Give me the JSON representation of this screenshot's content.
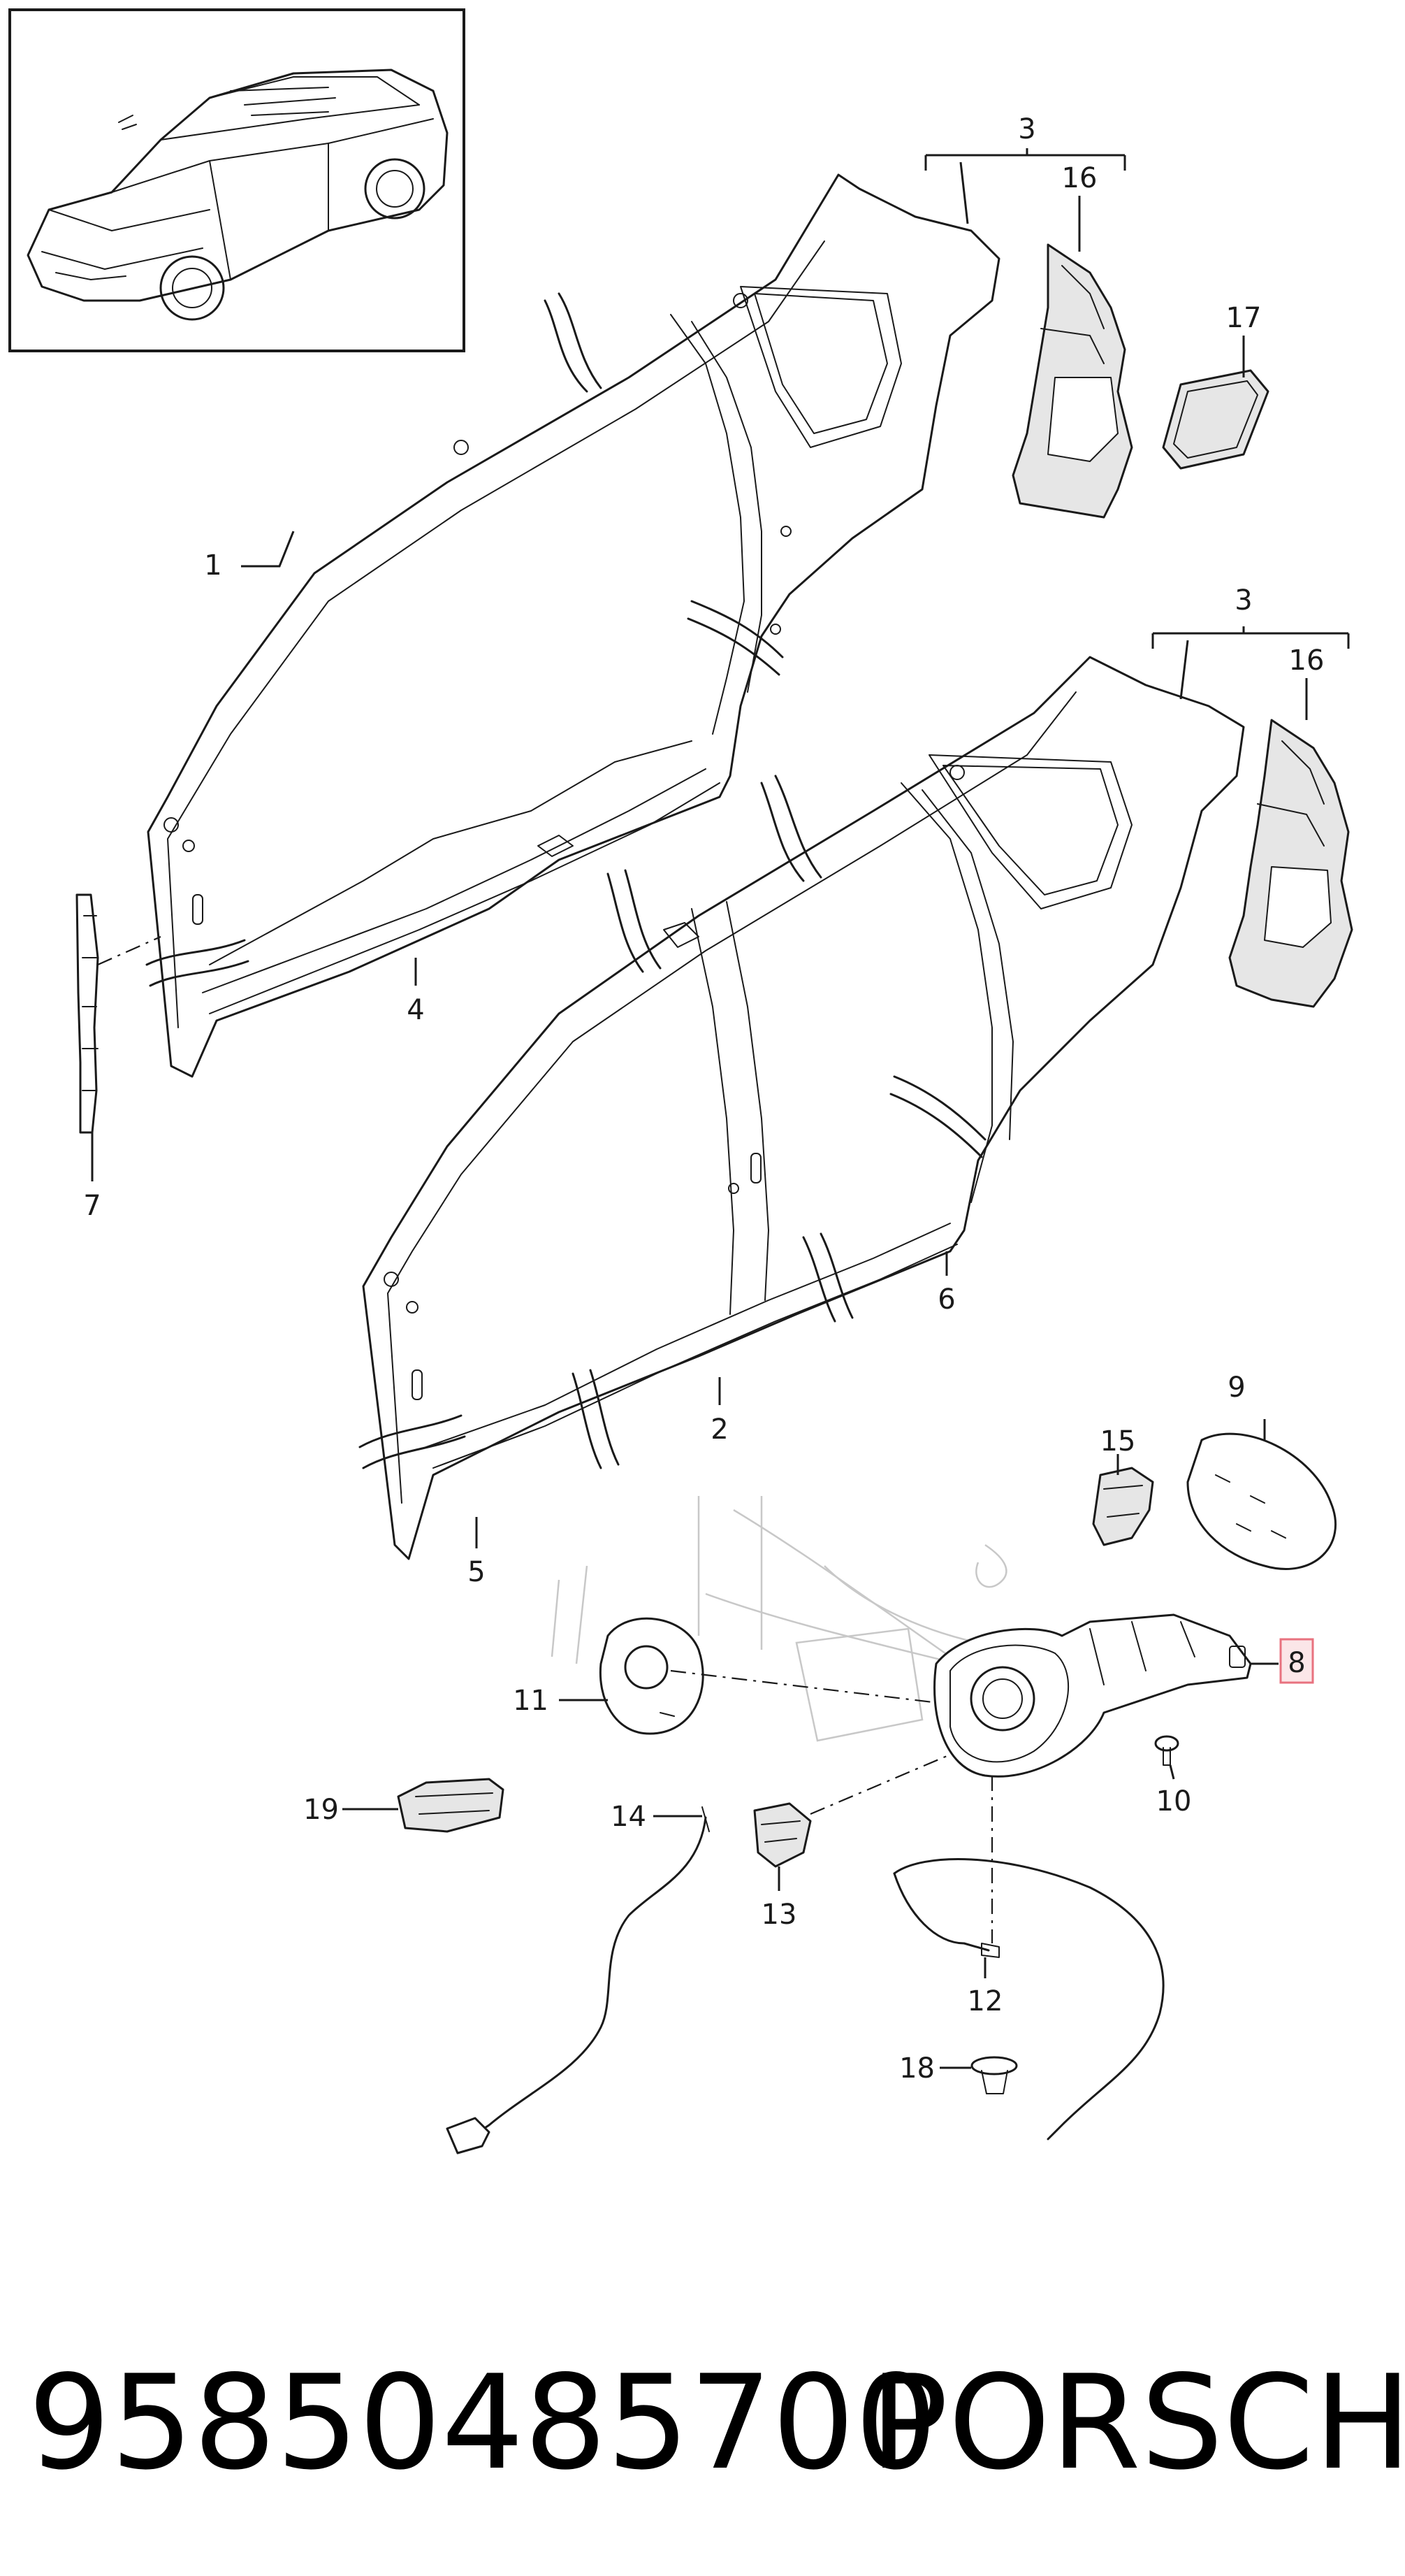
{
  "diagram": {
    "callouts": [
      "1",
      "2",
      "3",
      "3",
      "4",
      "5",
      "6",
      "7",
      "8",
      "9",
      "10",
      "11",
      "12",
      "13",
      "14",
      "15",
      "16",
      "16",
      "17",
      "18",
      "19"
    ],
    "highlighted_callout": "8"
  },
  "footer": {
    "part_number": "95850485700",
    "brand": "PORSCHE"
  },
  "colors": {
    "line": "#1a1a1a",
    "ghost_line": "#c8c8c8",
    "highlight_fill": "#fbe6e8",
    "highlight_border": "#e8727f"
  }
}
